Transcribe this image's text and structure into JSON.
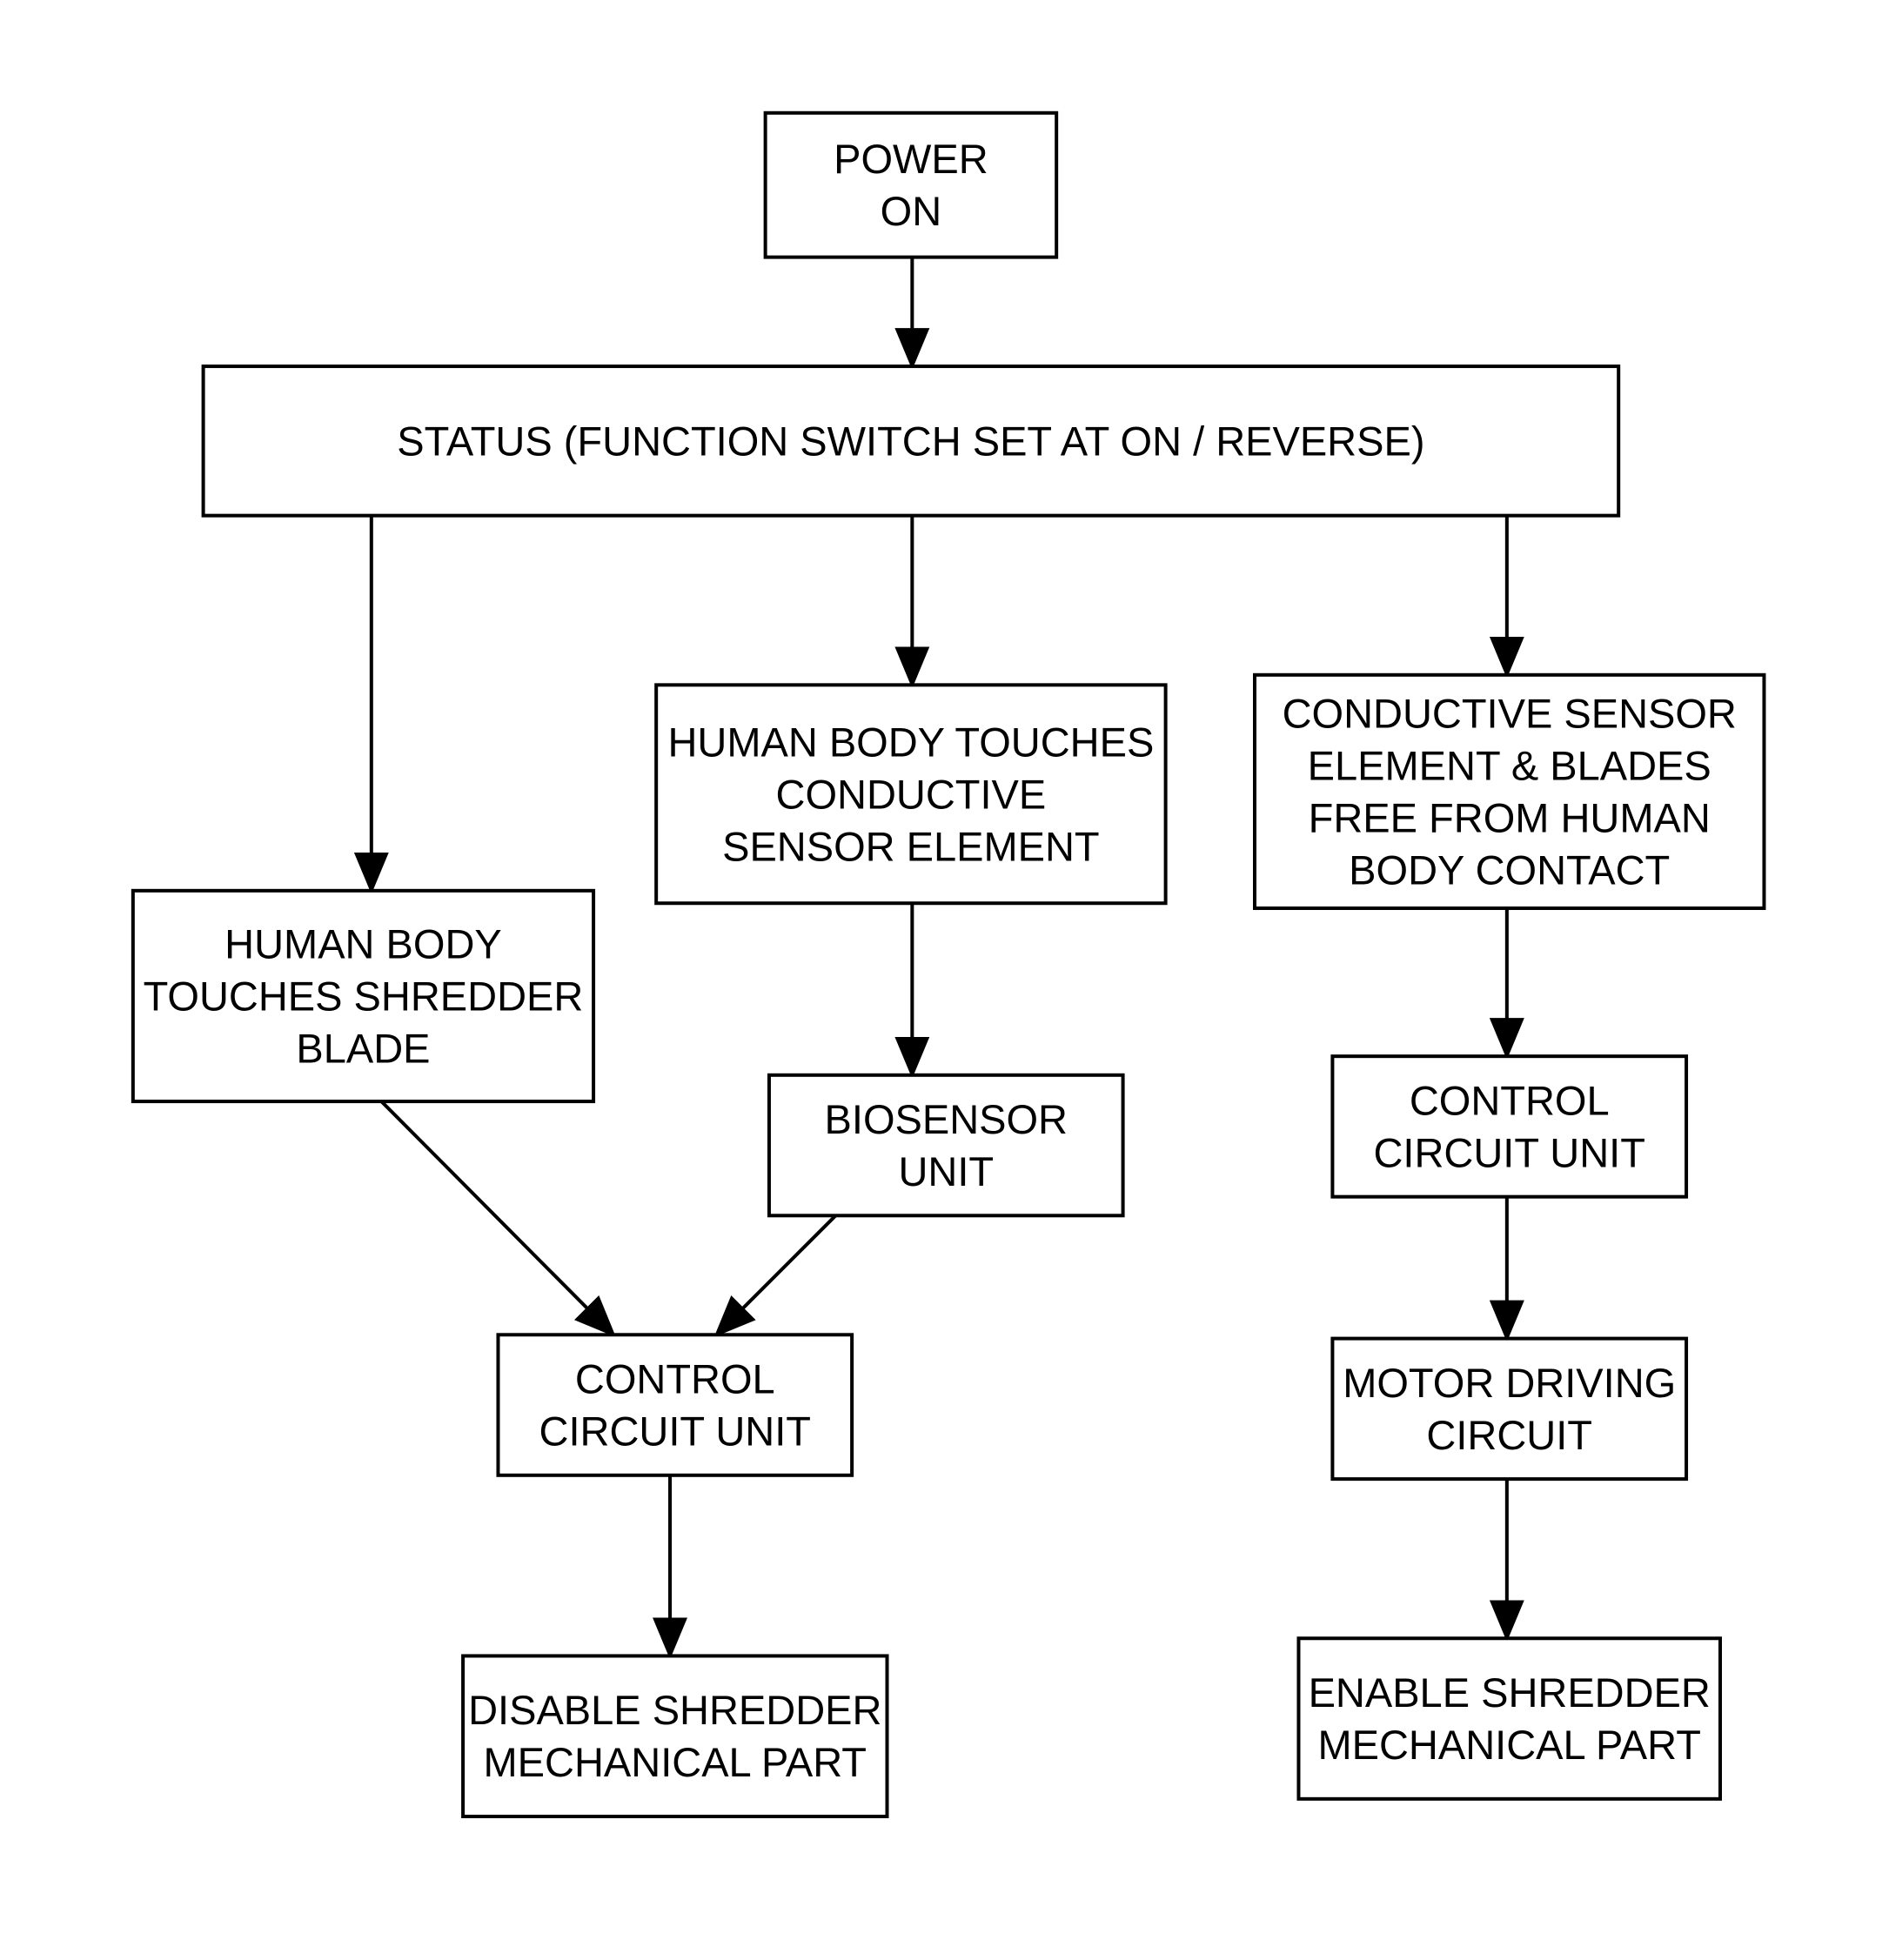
{
  "diagram": {
    "nodes": {
      "power_on": [
        "POWER",
        "ON"
      ],
      "status": [
        "STATUS (FUNCTION SWITCH SET AT ON / REVERSE)"
      ],
      "touch_blade": [
        "HUMAN BODY",
        "TOUCHES SHREDDER",
        "BLADE"
      ],
      "touch_sensor": [
        "HUMAN BODY TOUCHES",
        "CONDUCTIVE",
        "SENSOR ELEMENT"
      ],
      "free_contact": [
        "CONDUCTIVE SENSOR",
        "ELEMENT & BLADES",
        "FREE FROM  HUMAN",
        "BODY CONTACT"
      ],
      "biosensor": [
        "BIOSENSOR",
        "UNIT"
      ],
      "control_left": [
        "CONTROL",
        "CIRCUIT UNIT"
      ],
      "control_right": [
        "CONTROL",
        "CIRCUIT UNIT"
      ],
      "motor_driving": [
        "MOTOR DRIVING",
        "CIRCUIT"
      ],
      "disable": [
        "DISABLE SHREDDER",
        "MECHANICAL PART"
      ],
      "enable": [
        "ENABLE SHREDDER",
        "MECHANICAL PART"
      ]
    },
    "edges": [
      {
        "from": "power_on",
        "to": "status"
      },
      {
        "from": "status",
        "to": "touch_blade"
      },
      {
        "from": "status",
        "to": "touch_sensor"
      },
      {
        "from": "status",
        "to": "free_contact"
      },
      {
        "from": "touch_sensor",
        "to": "biosensor"
      },
      {
        "from": "touch_blade",
        "to": "control_left"
      },
      {
        "from": "biosensor",
        "to": "control_left"
      },
      {
        "from": "control_left",
        "to": "disable"
      },
      {
        "from": "free_contact",
        "to": "control_right"
      },
      {
        "from": "control_right",
        "to": "motor_driving"
      },
      {
        "from": "motor_driving",
        "to": "enable"
      }
    ]
  }
}
